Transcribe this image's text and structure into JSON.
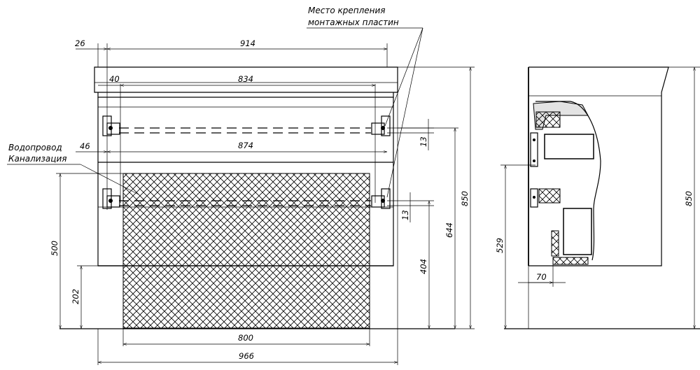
{
  "labels": {
    "mounting_line1": "Место крепления",
    "mounting_line2": "монтажных пластин",
    "water_line1": "Водопровод",
    "water_line2": "Канализация"
  },
  "front": {
    "d_26": "26",
    "d_914": "914",
    "d_40": "40",
    "d_834": "834",
    "d_46": "46",
    "d_874": "874",
    "d_13_top": "13",
    "d_13_bottom": "13",
    "d_850": "850",
    "d_644": "644",
    "d_404": "404",
    "d_500": "500",
    "d_202": "202",
    "d_800": "800",
    "d_966": "966"
  },
  "side": {
    "d_850": "850",
    "d_529": "529",
    "d_70": "70"
  }
}
